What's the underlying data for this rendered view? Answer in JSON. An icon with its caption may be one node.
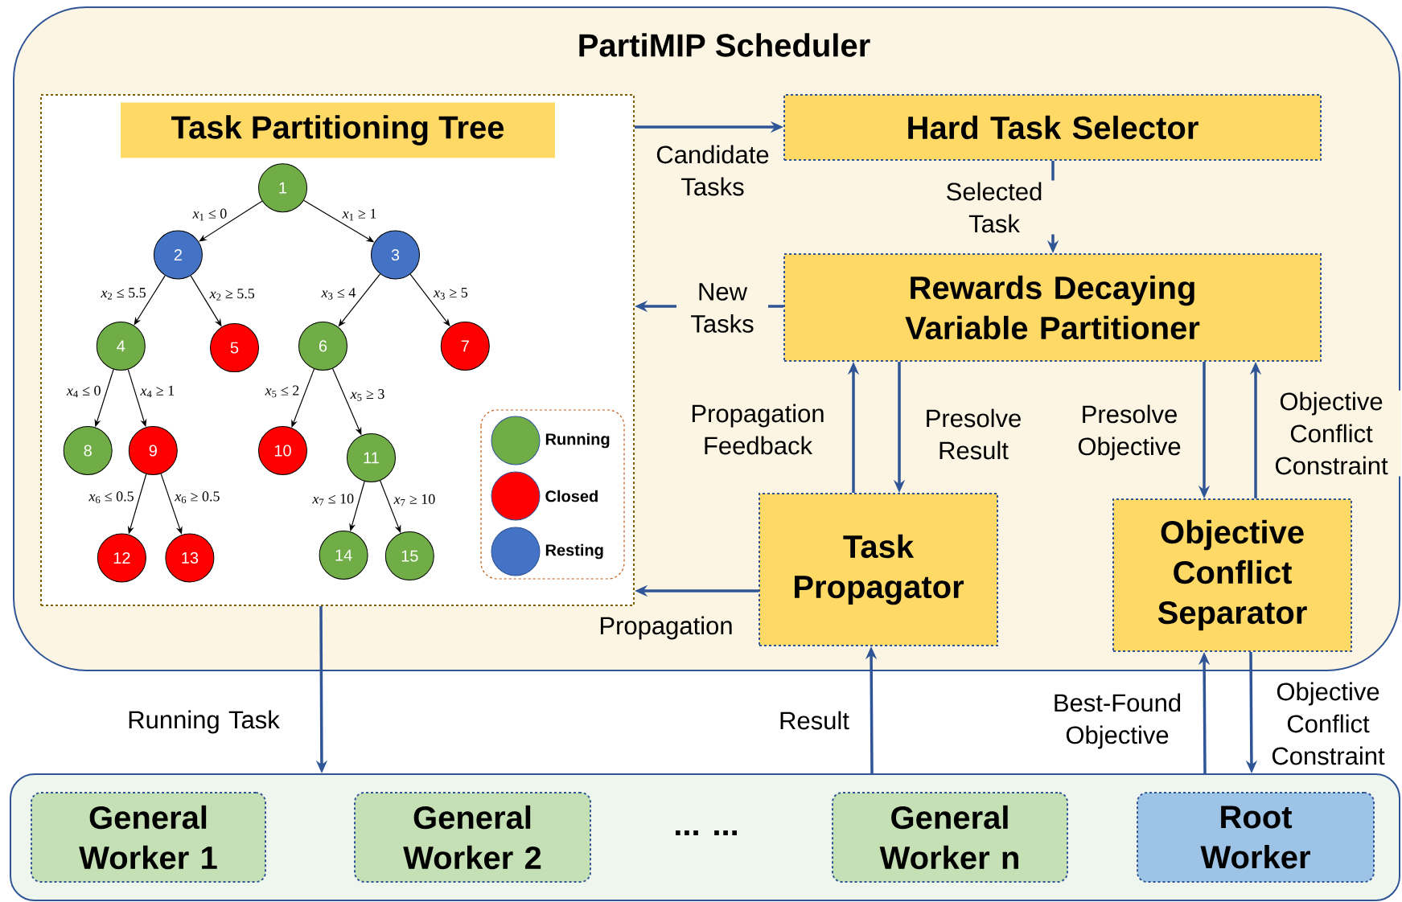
{
  "diagram": {
    "nodes": [
      {
        "text": [
          "PartiMIP Scheduler"
        ]
      },
      {
        "text": [
          "Task Partitioning Tree"
        ],
        "in": 0
      },
      {
        "text": [
          "1"
        ],
        "in": 1
      },
      {
        "text": [
          "2"
        ],
        "in": 1
      },
      {
        "text": [
          "3"
        ],
        "in": 1
      },
      {
        "text": [
          "4"
        ],
        "in": 1
      },
      {
        "text": [
          "5"
        ],
        "in": 1
      },
      {
        "text": [
          "6"
        ],
        "in": 1
      },
      {
        "text": [
          "7"
        ],
        "in": 1
      },
      {
        "text": [
          "8"
        ],
        "in": 1
      },
      {
        "text": [
          "9"
        ],
        "in": 1
      },
      {
        "text": [
          "10"
        ],
        "in": 1
      },
      {
        "text": [
          "11"
        ],
        "in": 1
      },
      {
        "text": [
          "12"
        ],
        "in": 1
      },
      {
        "text": [
          "13"
        ],
        "in": 1
      },
      {
        "text": [
          "14"
        ],
        "in": 1
      },
      {
        "text": [
          "15"
        ],
        "in": 1
      },
      {
        "text": [
          "Hard Task Selector"
        ],
        "in": 0
      },
      {
        "text": [
          "Rewards Decaying Variable Partitioner"
        ],
        "in": 0
      },
      {
        "text": [
          "Task Propagator"
        ],
        "in": 0
      },
      {
        "text": [
          "Objective Conflict Separator"
        ],
        "in": 0
      },
      {
        "text": [],
        "shape": "box"
      },
      {
        "text": [
          "General Worker 1"
        ],
        "in": 21
      },
      {
        "text": [
          "General Worker 2"
        ],
        "in": 21
      },
      {
        "text": [
          "General Worker n"
        ],
        "in": 21
      },
      {
        "text": [
          "Root Worker"
        ],
        "in": 21
      }
    ],
    "edges": [
      {
        "from": 2,
        "to": 3,
        "arrow": "to",
        "label": "*x*$_{1}$ ≤ 0"
      },
      {
        "from": 2,
        "to": 4,
        "arrow": "to",
        "label": "*x*$_{1}$ ≥ 1"
      },
      {
        "from": 3,
        "to": 5,
        "arrow": "to",
        "label": "*x*$_{2}$ ≤ 5.5"
      },
      {
        "from": 3,
        "to": 6,
        "arrow": "to",
        "label": "*x*$_{2}$ ≥ 5.5"
      },
      {
        "from": 4,
        "to": 7,
        "arrow": "to",
        "label": "*x*$_{3}$ ≤ 4"
      },
      {
        "from": 4,
        "to": 8,
        "arrow": "to",
        "label": "*x*$_{3}$ ≥ 5"
      },
      {
        "from": 5,
        "to": 9,
        "arrow": "to",
        "label": "*x*$_{4}$ ≤ 0"
      },
      {
        "from": 5,
        "to": 10,
        "arrow": "to",
        "label": "*x*$_{4}$ ≥ 1"
      },
      {
        "from": 7,
        "to": 11,
        "arrow": "to",
        "label": "*x*$_{5}$ ≤ 2"
      },
      {
        "from": 7,
        "to": 12,
        "arrow": "to",
        "label": "*x*$_{5}$ ≥ 3"
      },
      {
        "from": 10,
        "to": 13,
        "arrow": "to",
        "label": "*x*$_{6}$ ≤ 0.5"
      },
      {
        "from": 10,
        "to": 14,
        "arrow": "to",
        "label": "*x*$_{6}$ ≥ 0.5"
      },
      {
        "from": 12,
        "to": 15,
        "arrow": "to",
        "label": "*x*$_{7}$ ≤ 10"
      },
      {
        "from": 12,
        "to": 16,
        "arrow": "to",
        "label": "*x*$_{7}$ ≥ 10"
      },
      {
        "from": 1,
        "to": 17,
        "arrow": "to",
        "label": "Candidate Tasks",
        "color": "#2f5597"
      },
      {
        "from": 17,
        "to": 18,
        "arrow": "to",
        "label": "Selected Task",
        "color": "#2f5597"
      },
      {
        "from": 18,
        "to": 1,
        "arrow": "to",
        "label": "New Tasks",
        "color": "#2f5597"
      },
      {
        "from": 19,
        "to": 18,
        "arrow": "to",
        "label": "Propagation Feedback",
        "color": "#2f5597"
      },
      {
        "from": 18,
        "to": 19,
        "arrow": "to",
        "label": "Presolve Result",
        "color": "#2f5597"
      },
      {
        "from": 18,
        "to": 20,
        "arrow": "to",
        "label": "Presolve Objective",
        "color": "#2f5597"
      },
      {
        "from": 20,
        "to": 18,
        "arrow": "to",
        "label": "Objective Conflict Constraint",
        "color": "#2f5597"
      },
      {
        "from": 19,
        "to": 1,
        "arrow": "to",
        "label": "Propagation",
        "color": "#2f5597"
      },
      {
        "from": 1,
        "to": 21,
        "arrow": "to",
        "label": "Running Task",
        "color": "#2f5597"
      },
      {
        "from": 21,
        "to": 19,
        "arrow": "to",
        "label": "Result",
        "color": "#2f5597"
      },
      {
        "from": 21,
        "to": 20,
        "arrow": "to",
        "label": "Best-Found Objective",
        "color": "#2f5597"
      },
      {
        "from": 20,
        "to": 21,
        "arrow": "to",
        "label": "Objective Conflict Constraint",
        "color": "#2f5597"
      }
    ],
    "labels": [
      "... ..."
    ],
    "legend": [
      {
        "text": "Running",
        "color": "#70ad47"
      },
      {
        "text": "Closed",
        "color": "#ff0000"
      },
      {
        "text": "Resting",
        "color": "#4472c4"
      }
    ]
  }
}
